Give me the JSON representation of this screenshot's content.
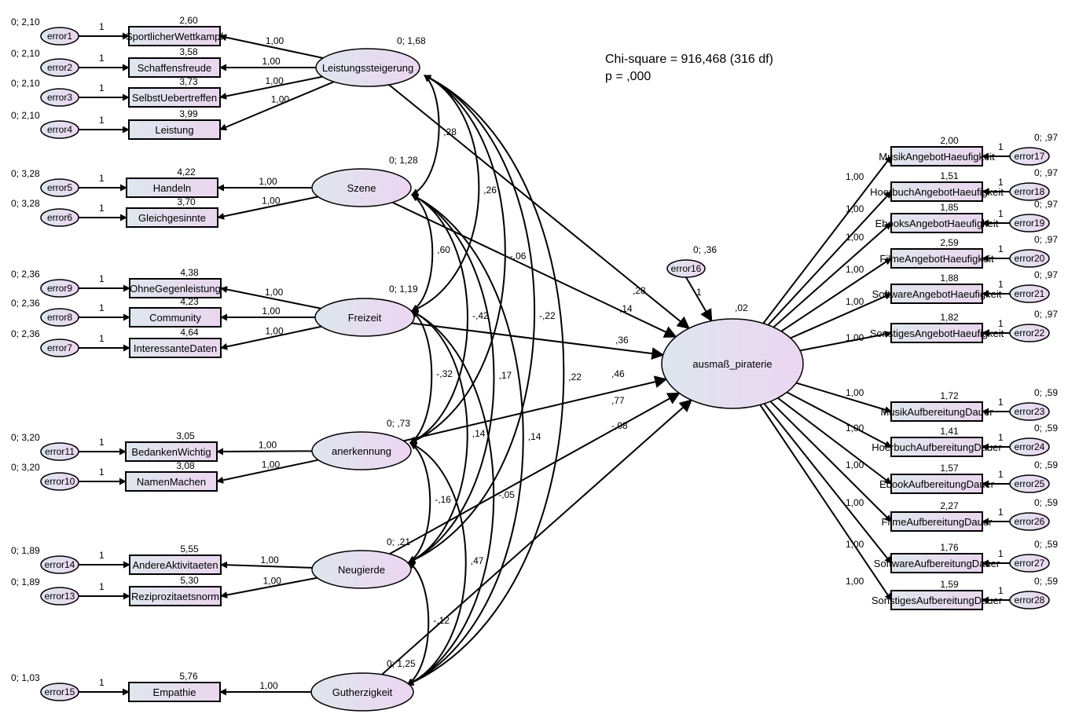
{
  "stats": {
    "chi_square": "Chi-square = 916,468 (316 df)",
    "p_value": "p = ,000"
  },
  "latents": [
    {
      "id": "L1",
      "name": "Leistungssteigerung",
      "variance": "0; 1,68"
    },
    {
      "id": "L2",
      "name": "Szene",
      "variance": "0; 1,28"
    },
    {
      "id": "L3",
      "name": "Freizeit",
      "variance": "0; 1,19"
    },
    {
      "id": "L4",
      "name": "anerkennung",
      "variance": "0; ,73"
    },
    {
      "id": "L5",
      "name": "Neugierde",
      "variance": "0; ,21"
    },
    {
      "id": "L6",
      "name": "Gutherzigkeit",
      "variance": "0; 1,25"
    },
    {
      "id": "L7",
      "name": "ausmaß_piraterie",
      "variance": ",02"
    }
  ],
  "left_indicators": [
    {
      "name": "SportlicherWettkampf",
      "intercept": "2,60",
      "loading": "1,00",
      "error": "error1",
      "error_var": "0; 2,10",
      "latent": "L1"
    },
    {
      "name": "Schaffensfreude",
      "intercept": "3,58",
      "loading": "1,00",
      "error": "error2",
      "error_var": "0; 2,10",
      "latent": "L1"
    },
    {
      "name": "SelbstUebertreffen",
      "intercept": "3,73",
      "loading": "1,00",
      "error": "error3",
      "error_var": "0; 2,10",
      "latent": "L1"
    },
    {
      "name": "Leistung",
      "intercept": "3,99",
      "loading": "1,00",
      "error": "error4",
      "error_var": "0; 2,10",
      "latent": "L1"
    },
    {
      "name": "Handeln",
      "intercept": "4,22",
      "loading": "1,00",
      "error": "error5",
      "error_var": "0; 3,28",
      "latent": "L2"
    },
    {
      "name": "Gleichgesinnte",
      "intercept": "3,70",
      "loading": "1,00",
      "error": "error6",
      "error_var": "0; 3,28",
      "latent": "L2"
    },
    {
      "name": "OhneGegenleistung",
      "intercept": "4,38",
      "loading": "1,00",
      "error": "error9",
      "error_var": "0; 2,36",
      "latent": "L3"
    },
    {
      "name": "Community",
      "intercept": "4,23",
      "loading": "1,00",
      "error": "error8",
      "error_var": "0; 2,36",
      "latent": "L3"
    },
    {
      "name": "InteressanteDaten",
      "intercept": "4,64",
      "loading": "1,00",
      "error": "error7",
      "error_var": "0; 2,36",
      "latent": "L3"
    },
    {
      "name": "BedankenWichtig",
      "intercept": "3,05",
      "loading": "1,00",
      "error": "error11",
      "error_var": "0; 3,20",
      "latent": "L4"
    },
    {
      "name": "NamenMachen",
      "intercept": "3,08",
      "loading": "1,00",
      "error": "error10",
      "error_var": "0; 3,20",
      "latent": "L4"
    },
    {
      "name": "AndereAktivitaeten",
      "intercept": "5,55",
      "loading": "1,00",
      "error": "error14",
      "error_var": "0; 1,89",
      "latent": "L5"
    },
    {
      "name": "Reziprozitaetsnorm",
      "intercept": "5,30",
      "loading": "1,00",
      "error": "error13",
      "error_var": "0; 1,89",
      "latent": "L5"
    },
    {
      "name": "Empathie",
      "intercept": "5,76",
      "loading": "1,00",
      "error": "error15",
      "error_var": "0; 1,03",
      "latent": "L6"
    }
  ],
  "right_indicators": [
    {
      "name": "MusikAngebotHaeufigkeit",
      "intercept": "2,00",
      "loading": "1,00",
      "error": "error17",
      "error_var": "0; ,97"
    },
    {
      "name": "HoerbuchAngebotHaeufigkeit",
      "intercept": "1,51",
      "loading": "1,00",
      "error": "error18",
      "error_var": "0; ,97"
    },
    {
      "name": "EbooksAngebotHaeufigkeit",
      "intercept": "1,85",
      "loading": "1,00",
      "error": "error19",
      "error_var": "0; ,97"
    },
    {
      "name": "FilmeAngebotHaeufigkeit",
      "intercept": "2,59",
      "loading": "1,00",
      "error": "error20",
      "error_var": "0; ,97"
    },
    {
      "name": "SoftwareAngebotHaeufigkeit",
      "intercept": "1,88",
      "loading": "1,00",
      "error": "error21",
      "error_var": "0; ,97"
    },
    {
      "name": "SonstigesAngebotHaeufigkeit",
      "intercept": "1,82",
      "loading": "1,00",
      "error": "error22",
      "error_var": "0; ,97"
    },
    {
      "name": "MusikAufbereitungDauer",
      "intercept": "1,72",
      "loading": "1,00",
      "error": "error23",
      "error_var": "0; ,59"
    },
    {
      "name": "HoerbuchAufbereitungDauer",
      "intercept": "1,41",
      "loading": "1,00",
      "error": "error24",
      "error_var": "0; ,59"
    },
    {
      "name": "EbookAufbereitungDauer",
      "intercept": "1,57",
      "loading": "1,00",
      "error": "error25",
      "error_var": "0; ,59"
    },
    {
      "name": "FilmeAufbereitungDauer",
      "intercept": "2,27",
      "loading": "1,00",
      "error": "error26",
      "error_var": "0; ,59"
    },
    {
      "name": "SoftwareAufbereitungDauer",
      "intercept": "1,76",
      "loading": "1,00",
      "error": "error27",
      "error_var": "0; ,59"
    },
    {
      "name": "SonstigesAufbereitungDauer",
      "intercept": "1,59",
      "loading": "1,00",
      "error": "error28",
      "error_var": "0; ,59"
    }
  ],
  "structural_error": {
    "name": "error16",
    "variance": "0; ,36",
    "loading": "1"
  },
  "error_path_label": "1",
  "covariances": [
    {
      "from": "L1",
      "to": "L2",
      "value": ",28"
    },
    {
      "from": "L1",
      "to": "L3",
      "value": ",26"
    },
    {
      "from": "L2",
      "to": "L3",
      "value": ",60"
    },
    {
      "from": "L1",
      "to": "L4",
      "value": "-,06"
    },
    {
      "from": "L2",
      "to": "L4",
      "value": "-,42"
    },
    {
      "from": "L3",
      "to": "L4",
      "value": "-,32"
    },
    {
      "from": "L1",
      "to": "L5",
      "value": "-,22"
    },
    {
      "from": "L2",
      "to": "L5",
      "value": ",17"
    },
    {
      "from": "L3",
      "to": "L5",
      "value": ",14"
    },
    {
      "from": "L4",
      "to": "L5",
      "value": "-,16"
    },
    {
      "from": "L1",
      "to": "L6",
      "value": ",22"
    },
    {
      "from": "L2",
      "to": "L6",
      "value": ",14"
    },
    {
      "from": "L3",
      "to": "L6",
      "value": "-,05"
    },
    {
      "from": "L4",
      "to": "L6",
      "value": ",47"
    },
    {
      "from": "L5",
      "to": "L6",
      "value": "-,12"
    }
  ],
  "regressions": [
    {
      "from": "L1",
      "to": "L7",
      "value": ",28"
    },
    {
      "from": "L2",
      "to": "L7",
      "value": ",14"
    },
    {
      "from": "L3",
      "to": "L7",
      "value": ",36"
    },
    {
      "from": "L4",
      "to": "L7",
      "value": ",46"
    },
    {
      "from": "L5",
      "to": "L7",
      "value": ",77"
    },
    {
      "from": "L6",
      "to": "L7",
      "value": "-,08"
    }
  ]
}
